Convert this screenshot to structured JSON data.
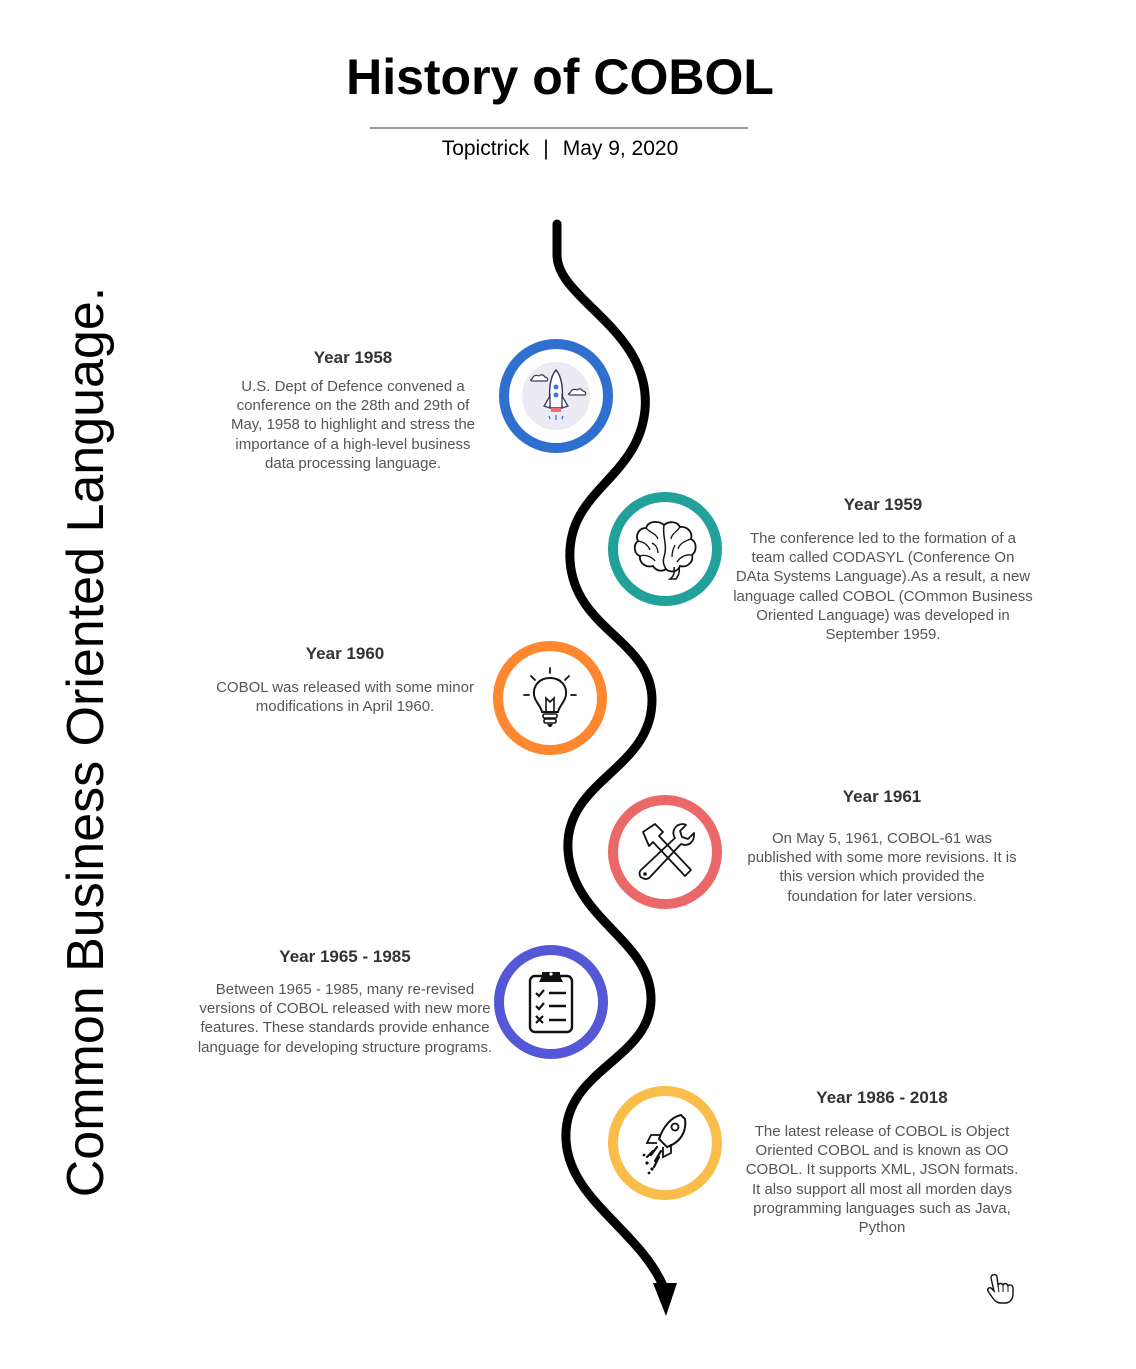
{
  "title": "History of COBOL",
  "author": "Topictrick",
  "date": "May 9, 2020",
  "separator": "|",
  "vertical_title": "Common Business Oriented Language.",
  "events": [
    {
      "year": "Year 1958",
      "description": "U.S. Dept of Defence convened a conference on the 28th and 29th of May, 1958 to highlight and stress the importance of a high-level business data processing language.",
      "icon": "space-rocket-icon",
      "color": "#2f6fd0"
    },
    {
      "year": "Year 1959",
      "description": "The conference led to the formation of a team called CODASYL (Conference On DAta Systems Language).As a result, a new language called COBOL (COmmon Business Oriented Language) was developed in September 1959.",
      "icon": "brain-icon",
      "color": "#22a09a"
    },
    {
      "year": "Year 1960",
      "description": "COBOL was released with some minor modifications in April 1960.",
      "icon": "lightbulb-icon",
      "color": "#ff8730"
    },
    {
      "year": "Year 1961",
      "description": "On May 5, 1961, COBOL-61 was published with some more revisions. It is this version which provided the foundation for later versions.",
      "icon": "hammer-wrench-icon",
      "color": "#eb6868"
    },
    {
      "year": "Year 1965 - 1985",
      "description": "Between 1965 - 1985, many re-revised versions of COBOL released with new more features. These standards provide enhance language for developing structure programs.",
      "icon": "clipboard-checklist-icon",
      "color": "#5458d6"
    },
    {
      "year": "Year 1986 - 2018",
      "description": "The latest release of COBOL is Object Oriented COBOL and is known as OO COBOL. It supports  XML, JSON formats. It also support all most all morden days programming languages such as Java, Python",
      "icon": "rocket-launch-icon",
      "color": "#fbbd4a"
    }
  ]
}
